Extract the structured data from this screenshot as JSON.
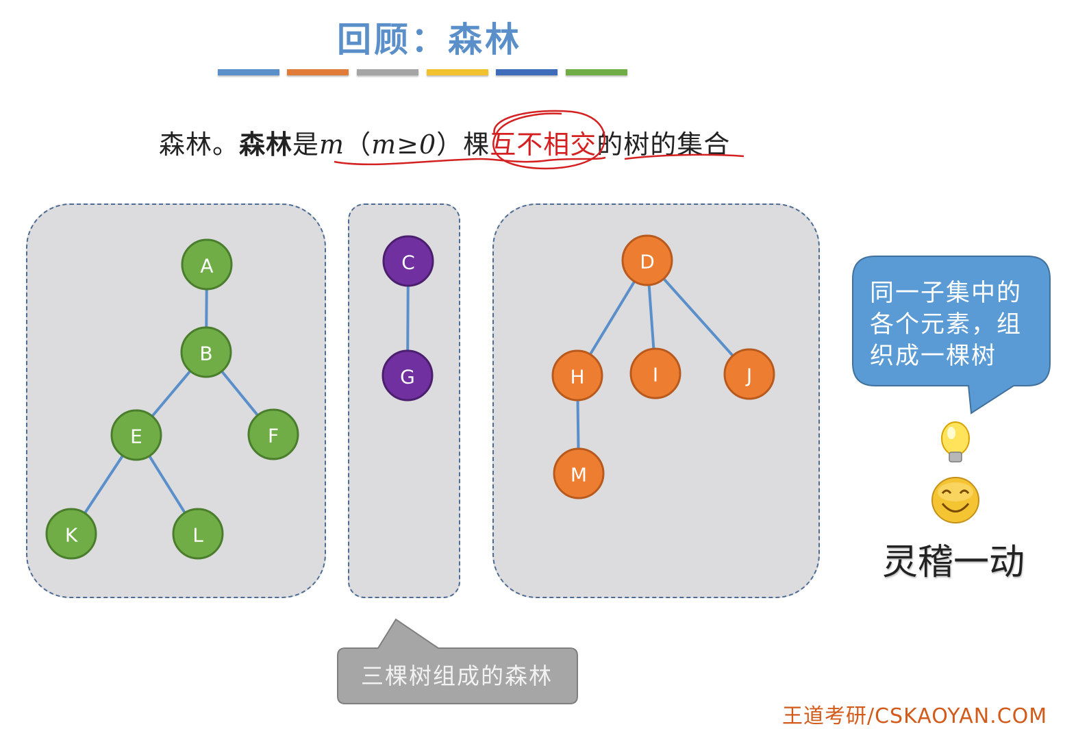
{
  "slide": {
    "title": "回顾：森林",
    "color_bars": [
      "#5b8fc9",
      "#e07b39",
      "#a5a5a5",
      "#f2c12e",
      "#3f6cba",
      "#70ad47"
    ],
    "definition": {
      "lead": "森林。",
      "term": "森林",
      "is": "是",
      "m": "m",
      "paren_open": "（",
      "m_cond": "m≥0",
      "paren_close": "）",
      "count_word": "棵",
      "disjoint": "互不相交",
      "tail": "的树的集合"
    },
    "trees": [
      {
        "color": "#70ad47",
        "nodes": [
          "A",
          "B",
          "E",
          "F",
          "K",
          "L"
        ],
        "edges": [
          [
            "A",
            "B"
          ],
          [
            "B",
            "E"
          ],
          [
            "B",
            "F"
          ],
          [
            "E",
            "K"
          ],
          [
            "E",
            "L"
          ]
        ]
      },
      {
        "color": "#7030a0",
        "nodes": [
          "C",
          "G"
        ],
        "edges": [
          [
            "C",
            "G"
          ]
        ]
      },
      {
        "color": "#ed7d31",
        "nodes": [
          "D",
          "H",
          "I",
          "J",
          "M"
        ],
        "edges": [
          [
            "D",
            "H"
          ],
          [
            "D",
            "I"
          ],
          [
            "D",
            "J"
          ],
          [
            "H",
            "M"
          ]
        ]
      }
    ],
    "callout_bubble": "同一子集中的各个元素，组织成一棵树",
    "gray_callout": "三棵树组成的森林",
    "inspiration": {
      "bulb_icon": "lightbulb-icon",
      "face_icon": "smiley-face-icon",
      "text": "灵稽一动"
    },
    "watermark": "王道考研/CSKAOYAN.COM"
  }
}
